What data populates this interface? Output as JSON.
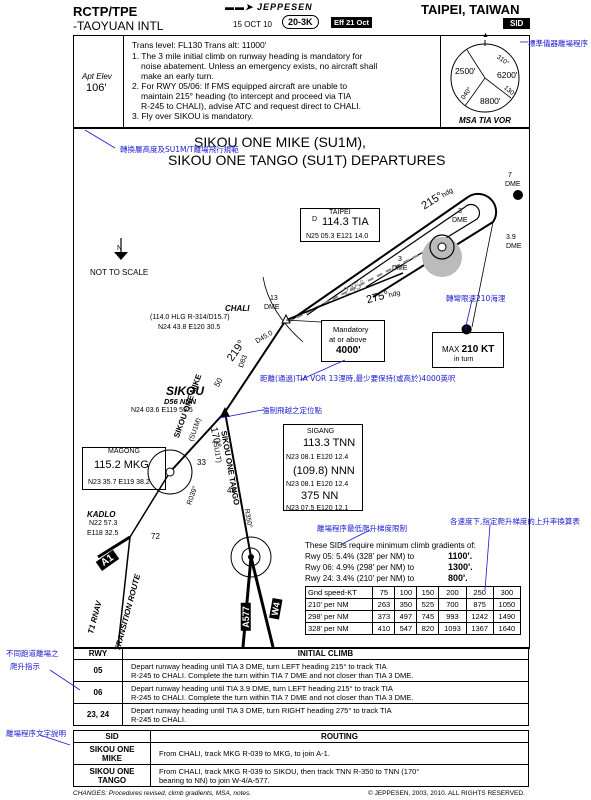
{
  "header": {
    "icao": "RCTP/TPE",
    "airport": "-TAOYUAN INTL",
    "date": "15 OCT 10",
    "chart_id": "20-3K",
    "effective": "Eff 21 Oct",
    "brand": "JEPPESEN",
    "city": "TAIPEI, TAIWAN",
    "chart_type": "SID"
  },
  "notes": {
    "title_line": "Trans level: FL130     Trans alt: 11000'",
    "apt_elev_label": "Apt Elev",
    "apt_elev": "106'",
    "note1": "1. The 3 mile initial climb on runway heading is mandatory for",
    "note1b": "noise abatement. Unless an emergency exists, no aircraft shall",
    "note1c": "make an early turn.",
    "note2": "2. For RWY 05/06: If FMS equipped aircraft are unable to",
    "note2b": "maintain 215° heading (to intercept and proceed via TIA",
    "note2c": "R-245 to CHALI), advise ATC and request direct to CHALI.",
    "note3": "3. Fly over SIKOU is mandatory."
  },
  "msa": {
    "label": "MSA TIA VOR",
    "alt1": "2500'",
    "alt2": "6200'",
    "alt3": "8800'",
    "brg1": "040°",
    "brg2": "310°",
    "brg3": "130°"
  },
  "title": {
    "line1": "SIKOU ONE MIKE (SU1M),",
    "line2": "SIKOU ONE TANGO (SU1T) DEPARTURES"
  },
  "plan": {
    "not_to_scale": "NOT TO SCALE",
    "north": "N",
    "taipei_label": "TAIPEI",
    "taipei_freq": "114.3 TIA",
    "taipei_coord": "N25 05.3 E121 14.0",
    "chali": "CHALI",
    "chali_sub": "(114.0 HLG R-314/D15.7)",
    "chali_coord": "N24 43.8 E120 30.5",
    "sikou": "SIKOU",
    "sikou_sub": "D56 NNN",
    "sikou_coord": "N24 03.6 E119 59.5",
    "magong_label": "MAGONG",
    "magong_freq": "115.2 MKG",
    "magong_coord": "N23 35.7 E119 38.2",
    "sigang_label": "SIGANG",
    "sigang_freq": "113.3 TNN",
    "sigang_coord": "N23 08.1 E120 12.4",
    "sigang_chan": "(109.8) NNN",
    "sigang_coord2": "N23 08.1 E120 12.4",
    "ndb": "375 NN",
    "ndb_coord": "N23 07.5 E120 12.1",
    "kadlo": "KADLO",
    "kadlo_coord1": "N22 57.3",
    "kadlo_coord2": "E118 32.5",
    "mandatory1": "Mandatory",
    "mandatory2": "at or above",
    "mandatory3": "4000'",
    "maxkt1": "MAX",
    "maxkt2": "210 KT",
    "maxkt3": "in turn",
    "hdg215": "215°",
    "hdg_suffix": "hdg",
    "hdg275": "275°",
    "r245": "245°",
    "dme7": "7",
    "dme_label": "DME",
    "dme3a": "3",
    "dme3b": "3",
    "dme39": "3.9",
    "dme13": "13",
    "d450": "D45.0",
    "r219": "219°",
    "d83": "D83",
    "d50": "50",
    "su1m_track": "SIKOU ONE MIKE",
    "su1m_code": "(SU1M)",
    "su1t_track": "SIKOU ONE TANGO",
    "su1t_code": "(SU1T)",
    "d33": "33",
    "d46": "46",
    "r170": "170°",
    "r039": "R039°",
    "r350": "R350°",
    "d72": "72",
    "a1": "A1",
    "t1": "T1 RNAV",
    "transition": "TRANSITION ROUTE",
    "a577": "A577",
    "w4": "W4",
    "dd": "D"
  },
  "gradient": {
    "intro": "These SIDs require minimum climb gradients of:",
    "rwy05": "Rwy 05: 5.4% (328' per NM)  to",
    "rwy05_alt": "1100'.",
    "rwy06": "Rwy 06: 4.9% (298' per NM)  to",
    "rwy06_alt": "1300'.",
    "rwy24": "Rwy 24: 3.4% (210' per NM)  to",
    "rwy24_alt": "800'.",
    "header": [
      "Gnd speed-KT",
      "75",
      "100",
      "150",
      "200",
      "250",
      "300"
    ],
    "rows": [
      [
        "210' per NM",
        "263",
        "350",
        "525",
        "700",
        "875",
        "1050"
      ],
      [
        "298' per NM",
        "373",
        "497",
        "745",
        "993",
        "1242",
        "1490"
      ],
      [
        "328' per NM",
        "410",
        "547",
        "820",
        "1093",
        "1367",
        "1640"
      ]
    ]
  },
  "initial_climb": {
    "rwy_header": "RWY",
    "header": "INITIAL CLIMB",
    "rows": [
      {
        "rwy": "05",
        "a": "Depart runway heading until TIA 3 DME, turn LEFT heading 215° to track TIA",
        "b": "R-245 to CHALI. Complete the turn within TIA 7 DME and not closer than TIA 3 DME."
      },
      {
        "rwy": "06",
        "a": "Depart runway heading until TIA 3.9 DME, turn LEFT heading 215° to track TIA",
        "b": "R-245 to CHALI. Complete the turn within TIA 7 DME and not closer than TIA 3 DME."
      },
      {
        "rwy": "23, 24",
        "a": "Depart runway heading until TIA 3 DME, turn RIGHT heading 275° to track TIA",
        "b": "R-245 to CHALI."
      }
    ]
  },
  "routing": {
    "sid_header": "SID",
    "header": "ROUTING",
    "rows": [
      {
        "sid1": "SIKOU ONE",
        "sid2": "MIKE",
        "a": "From CHALI, track MKG R-039 to MKG, to join A-1.",
        "b": ""
      },
      {
        "sid1": "SIKOU ONE",
        "sid2": "TANGO",
        "a": "From CHALI, track MKG R-039 to SIKOU, then track TNN R-350 to TNN (170°",
        "b": "bearing to NN) to join W-4/A-577."
      }
    ]
  },
  "footer": {
    "changes": "CHANGES: Procedures revised, climb gradients, MSA, notes.",
    "copyright": "© JEPPESEN, 2003, 2010. ALL RIGHTS RESERVED."
  },
  "annotations": {
    "sid_note": "標準儀器離場程序",
    "trans_note": "轉換層高度及SU1M/T離場飛行規範",
    "speed_note": "轉彎限速210海浬",
    "alt_note": "距離(通過)TIA VOR 13浬時,最少要保持(或高於)4000英呎",
    "fix_note": "強制飛越之定位點",
    "grad_note": "離場程序最低爬升梯度限制",
    "table_note": "各速度下,指定爬升梯度的上升率換算表",
    "rwy_note1": "不同跑道離場之",
    "rwy_note2": "爬升指示",
    "desc_note": "離場程序文字說明"
  }
}
